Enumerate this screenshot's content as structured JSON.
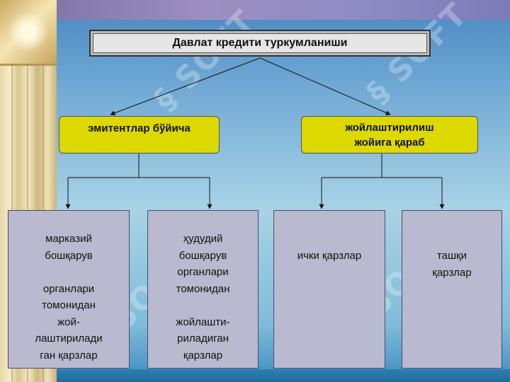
{
  "diagram": {
    "title": "Давлат кредити туркумланиши",
    "branches": [
      {
        "label_lines": [
          "эмитентлар бўйича"
        ],
        "children": [
          {
            "lines": [
              "марказий",
              "бошқарув",
              "",
              "органлари",
              "томонидан",
              "жой-",
              "лаштирилади",
              "ган қарзлар"
            ]
          },
          {
            "lines": [
              "ҳудудий",
              "бошқарув",
              "органлари",
              "томонидан",
              "",
              "жойлашти-",
              "риладиган",
              "қарзлар"
            ]
          }
        ]
      },
      {
        "label_lines": [
          "жойлаштирилиш",
          "жойига қараб"
        ],
        "children": [
          {
            "lines": [
              "ички қарзлар"
            ]
          },
          {
            "lines": [
              "ташқи",
              "қарзлар"
            ]
          }
        ]
      }
    ]
  },
  "colors": {
    "branch_fill": "#dcd800",
    "leaf_fill": "#b9b9cf",
    "title_fill": "#e6e6e6"
  }
}
